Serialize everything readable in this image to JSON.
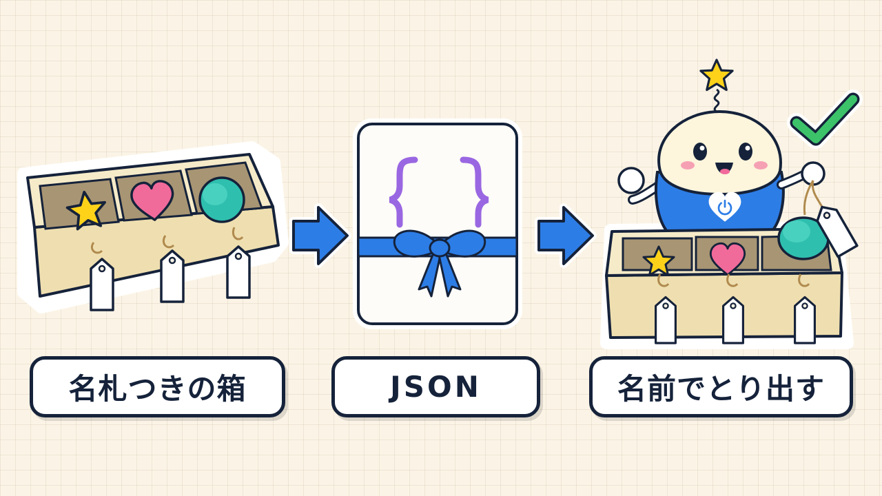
{
  "steps": [
    {
      "label": "名札つきの箱"
    },
    {
      "label": "JSON"
    },
    {
      "label": "名前でとり出す"
    }
  ],
  "icons": {
    "items": [
      "star-icon",
      "heart-icon",
      "circle-icon"
    ],
    "arrow": "arrow-right-icon",
    "braces": "curly-braces-icon",
    "robot_badge": "power-icon",
    "success": "check-icon"
  },
  "colors": {
    "star": "#ffd21a",
    "heart": "#f06a9a",
    "circle": "#2fbfae",
    "arrow": "#2d7de6",
    "ribbon": "#2d7de6",
    "braces": "#9a67e2",
    "check": "#3cc36a",
    "box": "#f3e6bf",
    "outline": "#15223a"
  }
}
